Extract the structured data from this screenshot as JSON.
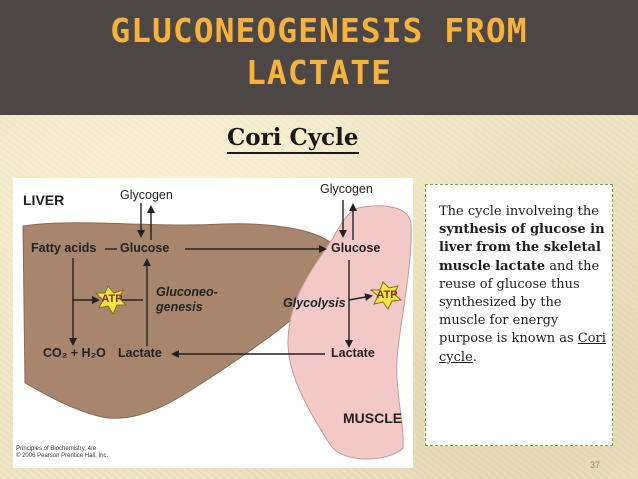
{
  "slide": {
    "title": "Gluconeogenesis from\nLactate",
    "subtitle": "Cori Cycle",
    "page_number": "37"
  },
  "diagram": {
    "liver_label": "LIVER",
    "muscle_label": "MUSCLE",
    "liver_glycogen": "Glycogen",
    "muscle_glycogen": "Glycogen",
    "fatty_acids": "Fatty acids",
    "liver_glucose": "Glucose",
    "muscle_glucose": "Glucose",
    "atp_liver": "ATP",
    "atp_muscle": "ATP",
    "gluconeogenesis": "Gluconeo-\ngenesis",
    "glycolysis": "Glycolysis",
    "co2_h2o": "CO₂ + H₂O",
    "liver_lactate": "Lactate",
    "muscle_lactate": "Lactate",
    "credit": "Principles of Biochemistry, 4/e\n© 2006 Pearson Prentice Hall, Inc."
  },
  "note": {
    "part1": "The cycle involveing the ",
    "bold": "synthesis of glucose in liver from the skeletal muscle lactate",
    "part2": " and the reuse of glucose thus synthesized by the muscle for energy purpose is known as ",
    "link": "Cori cycle",
    "part3": "."
  },
  "colors": {
    "title_bar": "#4c4645",
    "title_text": "#f7b23c",
    "liver": "#a8866e",
    "muscle": "#f2c9c6",
    "atp_star": "#f2e642",
    "note_border": "#6fae4a"
  }
}
